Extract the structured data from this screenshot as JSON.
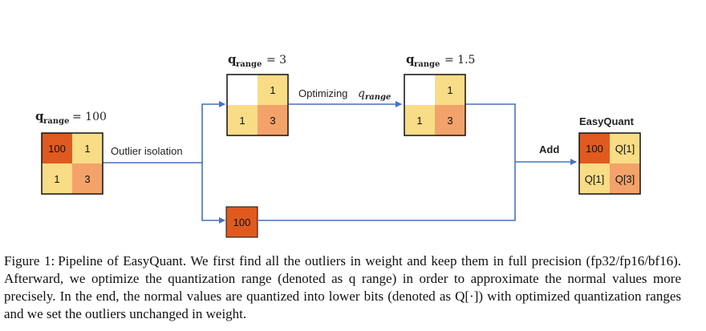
{
  "q_symbol": "q",
  "q_sub": "range",
  "q_italic_sub": "range",
  "q_values": {
    "initial": "= 100",
    "after_isolation": "= 3",
    "after_optimizing": "= 1.5"
  },
  "steps": {
    "outlier_isolation": "Outlier isolation",
    "optimizing": "Optimizing",
    "add": "Add"
  },
  "result_title": "EasyQuant",
  "matrices": {
    "input": [
      "100",
      "1",
      "1",
      "3"
    ],
    "isolated": [
      "",
      "1",
      "1",
      "3"
    ],
    "optimized": [
      "",
      "1",
      "1",
      "3"
    ],
    "outlier": "100",
    "result": [
      "100",
      "Q[1]",
      "Q[1]",
      "Q[3]"
    ]
  },
  "colors": {
    "dark_orange": "#e05a1f",
    "light_yellow": "#f9dc86",
    "salmon": "#f3a26a",
    "white": "#ffffff",
    "arrow": "#4472c4"
  },
  "caption": {
    "label": "Figure 1:",
    "text": "Pipeline of EasyQuant.  We first find all the outliers in weight and keep them in full precision (fp32/fp16/bf16). Afterward, we optimize the quantization range (denoted as q range) in order to approximate the normal values more precisely. In the end, the normal values are quantized into lower bits (denoted as Q[·]) with optimized quantization ranges and we set the outliers unchanged in weight."
  }
}
